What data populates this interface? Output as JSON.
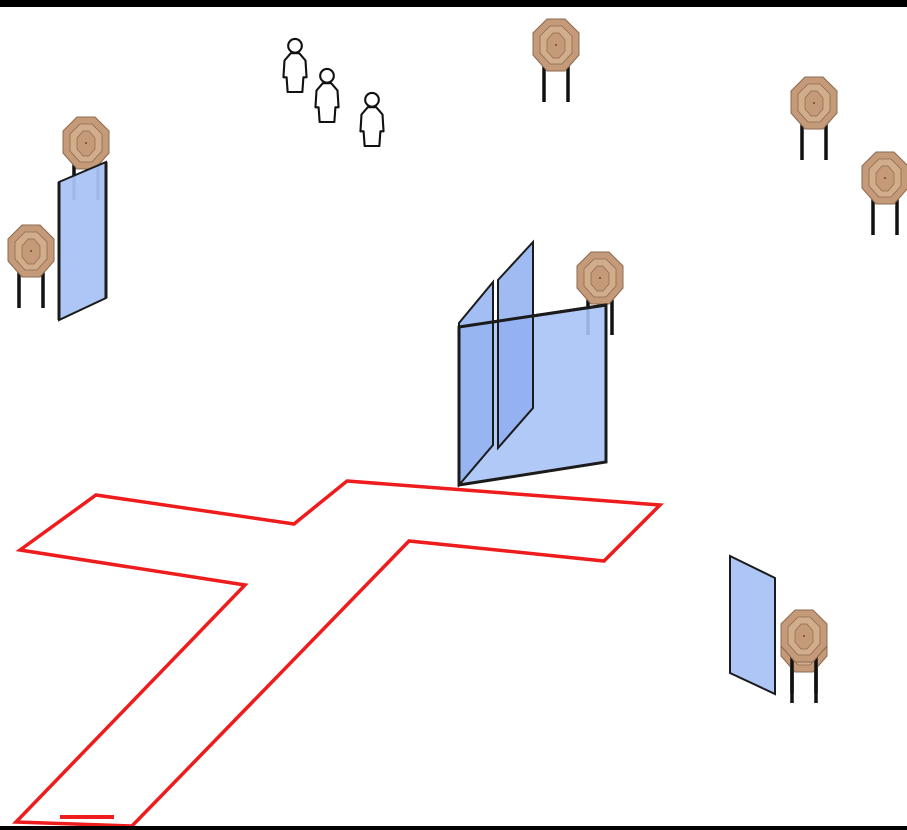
{
  "diagram": {
    "kind": "shooting stage layout",
    "colors": {
      "fault_line": "#ee1c1c",
      "barricade_fill": "#a9c3f5",
      "barricade_stroke": "#1b1b1b",
      "steel_target_outer": "#c49a78",
      "steel_target_inner": "#d2ad8c",
      "target_stand": "#111111",
      "no_shoot_fill": "#ffffff",
      "no_shoot_stroke": "#111111"
    },
    "counts": {
      "steel_targets": 8,
      "no_shoot_silhouettes": 3,
      "barricades": 4,
      "shooting_box": 1
    }
  }
}
